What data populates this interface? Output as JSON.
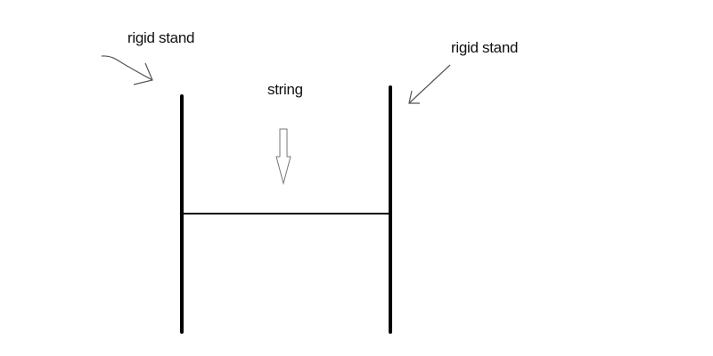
{
  "labels": {
    "left_stand": "rigid stand",
    "right_stand": "rigid stand",
    "string": "string"
  },
  "colors": {
    "stroke": "#000000",
    "arrow": "#555555",
    "background": "#ffffff"
  }
}
